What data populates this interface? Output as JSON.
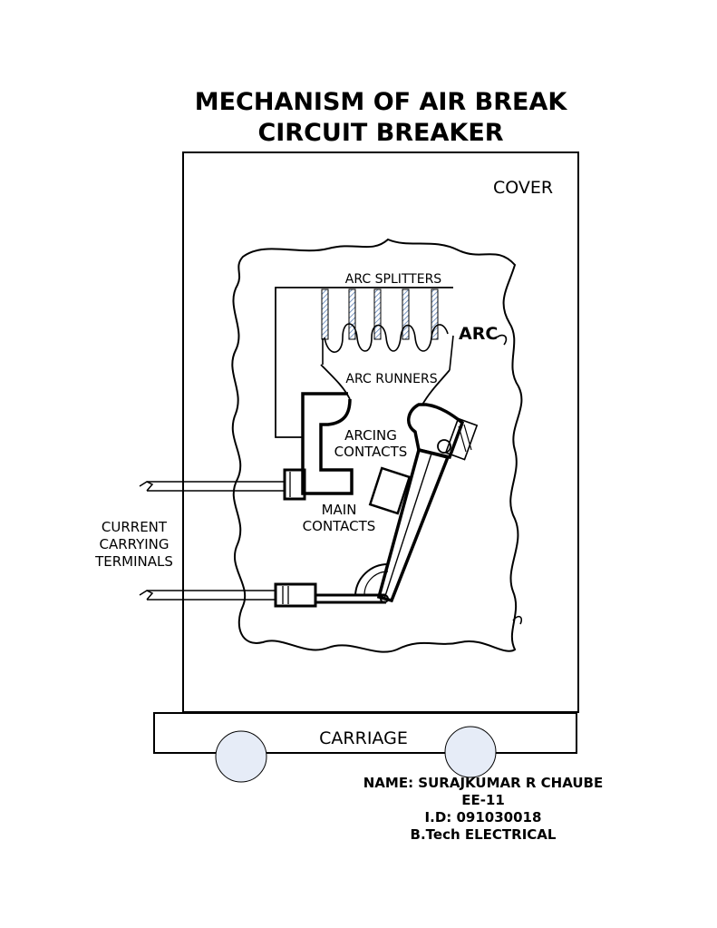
{
  "title": {
    "line1": "MECHANISM OF AIR BREAK",
    "line2": "CIRCUIT BREAKER"
  },
  "labels": {
    "cover": "COVER",
    "arc_splitters": "ARC SPLITTERS",
    "arc": "ARC",
    "arc_runners": "ARC RUNNERS",
    "arcing_contacts_1": "ARCING",
    "arcing_contacts_2": "CONTACTS",
    "main_contacts_1": "MAIN",
    "main_contacts_2": "CONTACTS",
    "terminals_1": "CURRENT",
    "terminals_2": "CARRYING",
    "terminals_3": "TERMINALS",
    "carriage": "CARRIAGE"
  },
  "author": {
    "name": "NAME: SURAJKUMAR R CHAUBE",
    "class": "EE-11",
    "id": "I.D: 091030018",
    "course": "B.Tech ELECTRICAL"
  },
  "colors": {
    "line": "#000000",
    "wheel_fill": "#e6ecf7",
    "splitter_hatch": "#5b7fb5"
  }
}
